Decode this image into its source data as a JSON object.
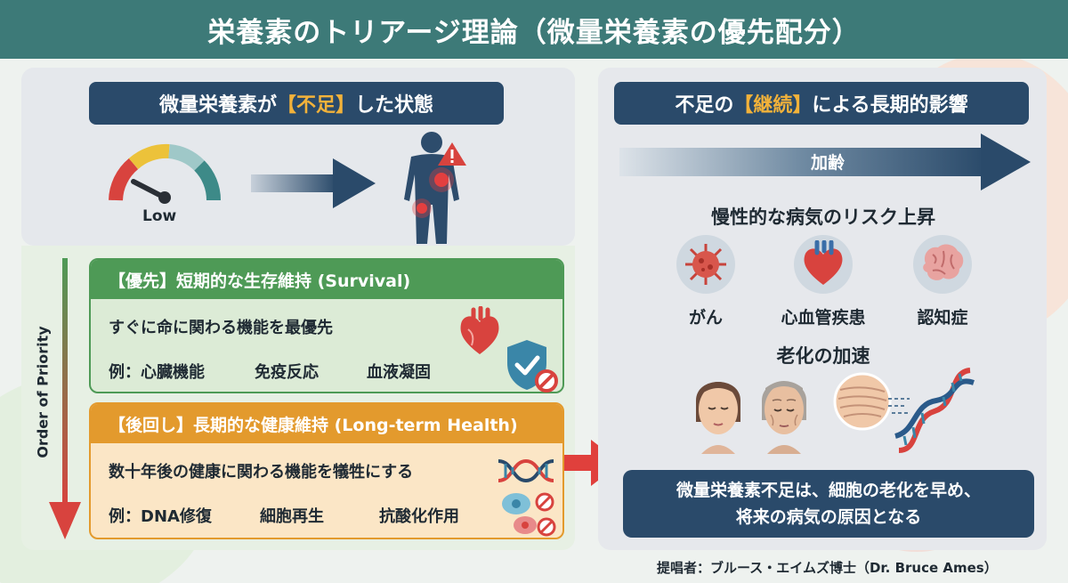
{
  "title": "栄養素のトリアージ理論（微量栄養素の優先配分）",
  "left": {
    "state_title_pre": "微量栄養素が",
    "state_title_hl": "【不足】",
    "state_title_post": "した状態",
    "gauge_label": "Low",
    "priority_label": "Order of Priority",
    "priority_card": {
      "header": "【優先】短期的な生存維持 (Survival)",
      "line1": "すぐに命に関わる機能を最優先",
      "examples": [
        "例：心臓機能",
        "免疫反応",
        "血液凝固"
      ]
    },
    "deferred_card": {
      "header": "【後回し】長期的な健康維持 (Long-term Health)",
      "line1": "数十年後の健康に関わる機能を犠牲にする",
      "examples": [
        "例：DNA修復",
        "細胞再生",
        "抗酸化作用"
      ]
    }
  },
  "right": {
    "title_pre": "不足の",
    "title_hl": "【継続】",
    "title_post": "による長期的影響",
    "arrow_label": "加齢",
    "risk_title": "慢性的な病気のリスク上昇",
    "diseases": [
      "がん",
      "心血管疾患",
      "認知症"
    ],
    "aging_title": "老化の加速",
    "conclusion_line1": "微量栄養素不足は、細胞の老化を早め、",
    "conclusion_line2": "将来の病気の原因となる"
  },
  "source": "提唱者：ブルース・エイムズ博士（Dr. Bruce Ames）",
  "colors": {
    "title_bar": "#3d7a78",
    "navy": "#2a4a6a",
    "highlight": "#f2b23a",
    "priority_green": "#4e9a56",
    "deferred_orange": "#e39a2d",
    "alert_red": "#d8433e"
  },
  "icons": [
    "gauge-icon",
    "arrow-right-icon",
    "body-alert-icon",
    "heart-icon",
    "shield-check-icon",
    "dna-icon",
    "cell-icon",
    "virus-icon",
    "brain-icon",
    "face-young-icon",
    "face-old-icon",
    "skin-wrinkle-icon"
  ]
}
